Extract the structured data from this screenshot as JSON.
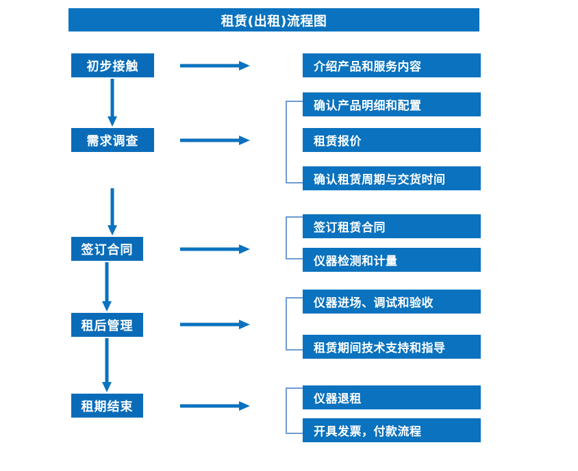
{
  "title": "租赁(出租)流程图",
  "colors": {
    "box_blue": "#0A72BE",
    "stage_blue": "#0A6CB8",
    "arrow_blue": "#0A72BE",
    "bracket_blue": "#6C9BD2",
    "text": "#FFFFFF",
    "background": "#FFFFFF"
  },
  "stages": [
    {
      "label": "初步接触"
    },
    {
      "label": "需求调查"
    },
    {
      "label": "签订合同"
    },
    {
      "label": "租后管理"
    },
    {
      "label": "租期结束"
    }
  ],
  "details": [
    {
      "label": "介绍产品和服务内容"
    },
    {
      "label": "确认产品明细和配置"
    },
    {
      "label": "租赁报价"
    },
    {
      "label": "确认租赁周期与交货时间"
    },
    {
      "label": "签订租赁合同"
    },
    {
      "label": "仪器检测和计量"
    },
    {
      "label": "仪器进场、调试和验收"
    },
    {
      "label": "租赁期间技术支持和指导"
    },
    {
      "label": "仪器退租"
    },
    {
      "label": "开具发票，付款流程"
    }
  ],
  "arrows": {
    "horizontal_label": "flows-to",
    "vertical_label": "next-stage"
  }
}
